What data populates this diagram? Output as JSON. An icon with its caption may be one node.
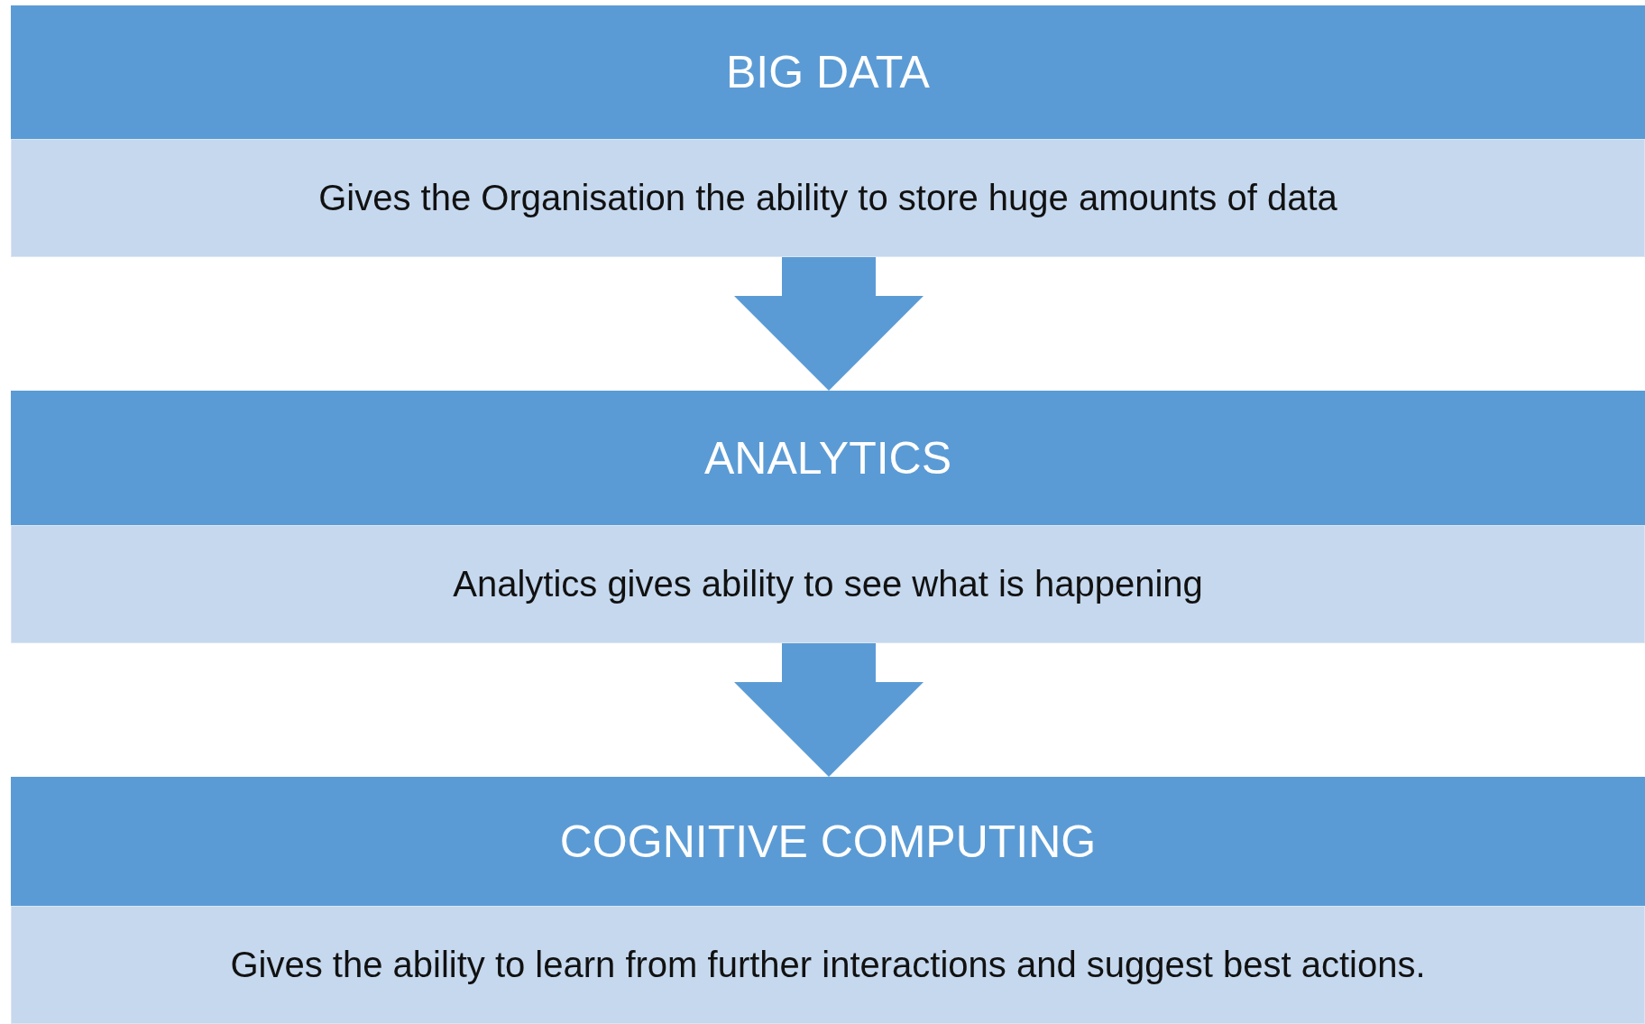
{
  "diagram": {
    "nodes": [
      {
        "text": [
          "BIG DATA",
          "Gives the Organisation the ability to store huge amounts of data"
        ]
      },
      {
        "text": [
          "ANALYTICS",
          "Analytics gives ability to see what is happening"
        ]
      },
      {
        "text": [
          "COGNITIVE COMPUTING",
          "Gives the ability to learn from further interactions and suggest best actions."
        ]
      }
    ],
    "edges": [
      {
        "from": 0,
        "to": 1,
        "arrow": "to"
      },
      {
        "from": 1,
        "to": 2,
        "arrow": "to"
      }
    ]
  }
}
